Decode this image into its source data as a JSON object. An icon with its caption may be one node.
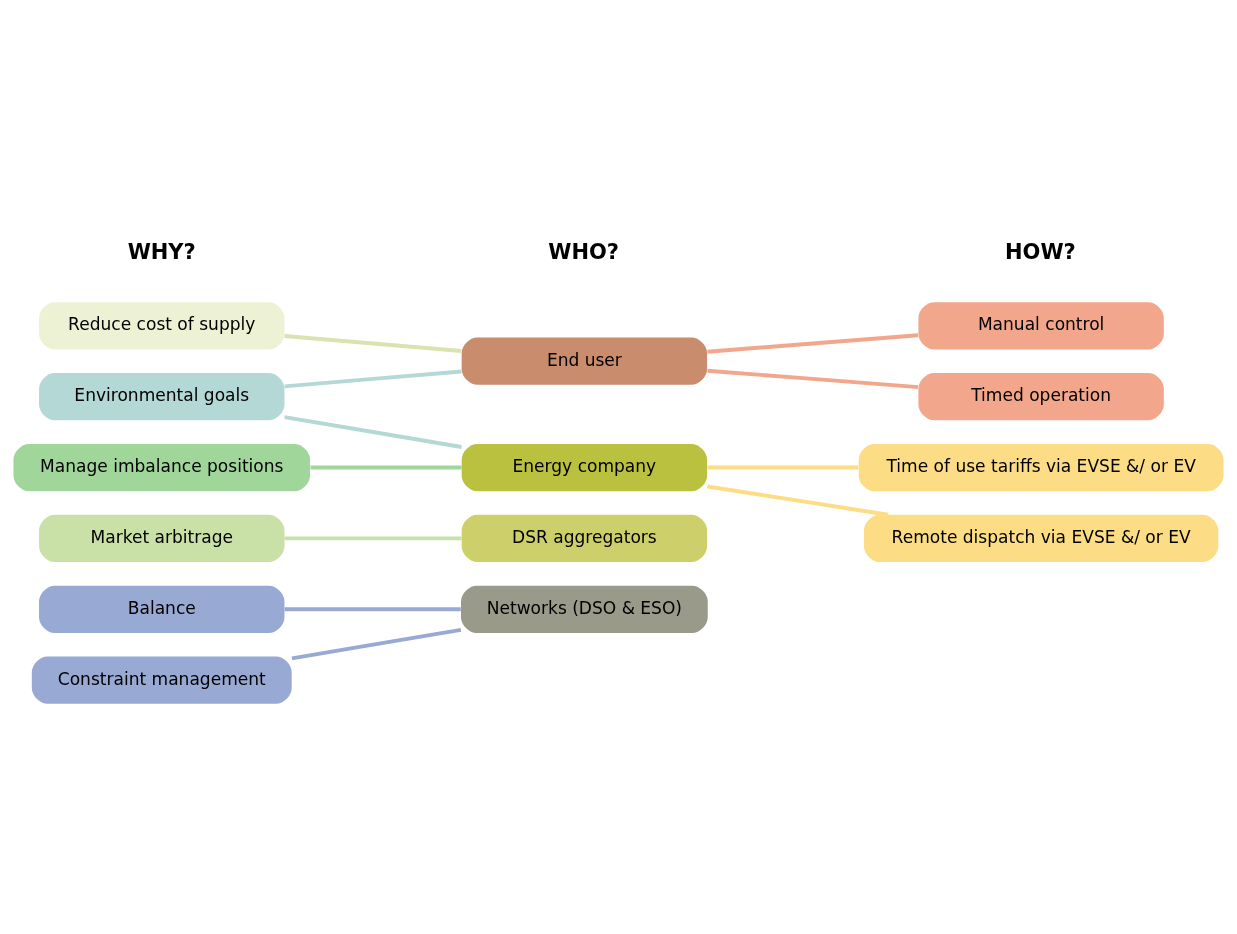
{
  "diagram": {
    "nodes": [
      {
        "text": [
          "Reduce cost of supply"
        ]
      },
      {
        "text": [
          "Environmental goals"
        ]
      },
      {
        "text": [
          "Manage imbalance positions"
        ]
      },
      {
        "text": [
          "Market arbitrage"
        ]
      },
      {
        "text": [
          "Balance"
        ]
      },
      {
        "text": [
          "Constraint management"
        ]
      },
      {
        "text": [
          "End user"
        ]
      },
      {
        "text": [
          "Energy company"
        ]
      },
      {
        "text": [
          "DSR aggregators"
        ]
      },
      {
        "text": [
          "Networks (DSO & ESO)"
        ]
      },
      {
        "text": [
          "Manual control"
        ]
      },
      {
        "text": [
          "Timed operation"
        ]
      },
      {
        "text": [
          "Time of use tariffs via EVSE &/ or EV"
        ]
      },
      {
        "text": [
          "Remote dispatch via EVSE &/ or EV"
        ]
      }
    ],
    "edges": [
      {
        "from": 0,
        "to": 6,
        "arrow": "none",
        "color": "#d9e3b0"
      },
      {
        "from": 1,
        "to": 6,
        "arrow": "none",
        "color": "#b4d8d5"
      },
      {
        "from": 1,
        "to": 7,
        "arrow": "none",
        "color": "#b4d8d5"
      },
      {
        "from": 2,
        "to": 7,
        "arrow": "none",
        "color": "#a0d699"
      },
      {
        "from": 3,
        "to": 8,
        "arrow": "none",
        "color": "#c9e0a7"
      },
      {
        "from": 4,
        "to": 9,
        "arrow": "none",
        "color": "#98a9d3"
      },
      {
        "from": 5,
        "to": 9,
        "arrow": "none",
        "color": "#98a9d3"
      },
      {
        "from": 6,
        "to": 10,
        "arrow": "none",
        "color": "#f2a68b"
      },
      {
        "from": 6,
        "to": 11,
        "arrow": "none",
        "color": "#f2a68b"
      },
      {
        "from": 7,
        "to": 12,
        "arrow": "none",
        "color": "#fcdd85"
      },
      {
        "from": 7,
        "to": 13,
        "arrow": "none",
        "color": "#fcdd85"
      }
    ],
    "labels": [
      "WHY?",
      "WHO?",
      "HOW?"
    ]
  }
}
